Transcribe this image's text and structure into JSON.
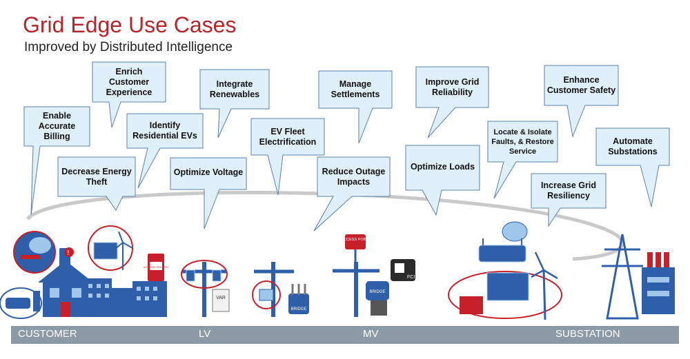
{
  "title": "Grid Edge Use Cases",
  "subtitle": "Improved by Distributed Intelligence",
  "callouts": [
    "Enable Accurate Billing",
    "Enrich Customer Experience",
    "Decrease Energy Theft",
    "Identify Residential EVs",
    "Integrate Renewables",
    "Optimize Voltage",
    "EV Fleet Electrification",
    "Manage Settlements",
    "Reduce Outage Impacts",
    "Improve Grid Reliability",
    "Optimize Loads",
    "Locate & Isolate Faults, & Restore Service",
    "Enhance Customer Safety",
    "Increase Grid Resiliency",
    "Automate Substations"
  ],
  "axis_labels": [
    "CUSTOMER",
    "LV",
    "MV",
    "SUBSTATION"
  ],
  "device_labels": {
    "access_point": "ACCESS POINT",
    "bridge": "BRIDGE",
    "var": "VAR",
    "fci": "FCI",
    "router": "IoT EDGE ROUTER"
  },
  "colors": {
    "title": "#b5262b",
    "callout_fill": "#dff0fb",
    "callout_stroke": "#5a7fa8",
    "axis": "#8c99a6",
    "blue": "#2f5fa8",
    "red": "#c8202a"
  }
}
